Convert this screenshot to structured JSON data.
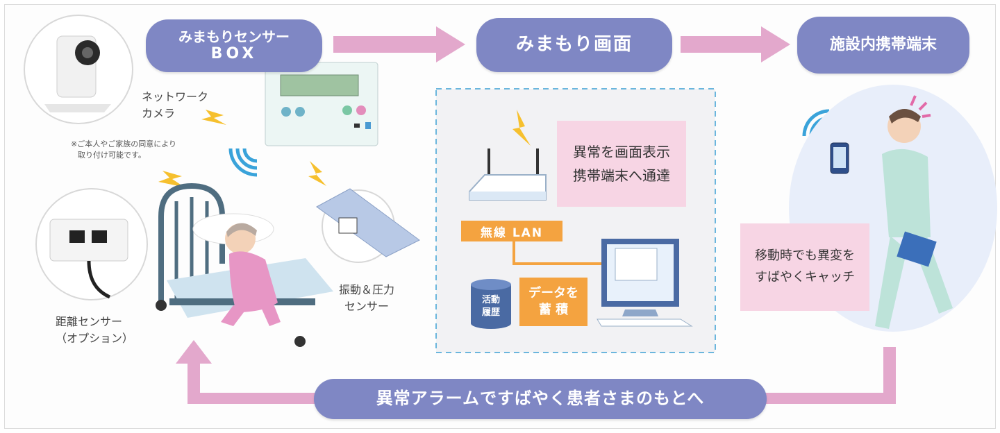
{
  "nodes": {
    "sensor_box": {
      "line1": "みまもりセンサー",
      "line2": "BOX"
    },
    "monitor_screen": "みまもり画面",
    "facility_terminal": "施設内携帯端末",
    "alarm": "異常アラームですばやく患者さまのもとへ"
  },
  "labels": {
    "network_camera": {
      "line1": "ネットワーク",
      "line2": "カメラ"
    },
    "consent_note": {
      "line1": "※ご本人やご家族の同意により",
      "line2": "取り付け可能です。"
    },
    "distance_sensor": {
      "line1": "距離センサー",
      "line2": "（オプション）"
    },
    "vibration_sensor": {
      "line1": "振動＆圧力",
      "line2": "センサー"
    }
  },
  "screen": {
    "alert": {
      "line1": "異常を画面表示",
      "line2": "携帯端末へ通達"
    },
    "wireless_lan": "無線 LAN",
    "data_store": {
      "line1": "データを",
      "line2": "蓄 積"
    },
    "activity_history": {
      "line1": "活動",
      "line2": "履歴"
    }
  },
  "terminal": {
    "message": {
      "line1": "移動時でも異変を",
      "line2": "すばやくキャッチ"
    }
  },
  "colors": {
    "pill": "#7f87c4",
    "arrow": "#e3a8cc",
    "highlight_box": "#f7d5e4",
    "orange_badge": "#f4a340",
    "panel_border": "#6bb6dd"
  }
}
